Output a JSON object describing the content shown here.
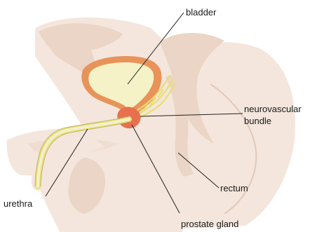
{
  "labels": {
    "bladder": "bladder",
    "neurovascular_line1": "neurovascular",
    "neurovascular_line2": "bundle",
    "rectum": "rectum",
    "urethra": "urethra",
    "prostate": "prostate gland"
  },
  "colors": {
    "body_fill": "#f4e6dc",
    "body_shade": "#ead5c6",
    "body_outline": "#e3c9b8",
    "bladder_wall": "#e8935a",
    "bladder_inner": "#f4f2c6",
    "prostate": "#e8704f",
    "nerve": "#e9de6c",
    "urethra_fill": "#f2f0d0",
    "leader": "#222222"
  }
}
